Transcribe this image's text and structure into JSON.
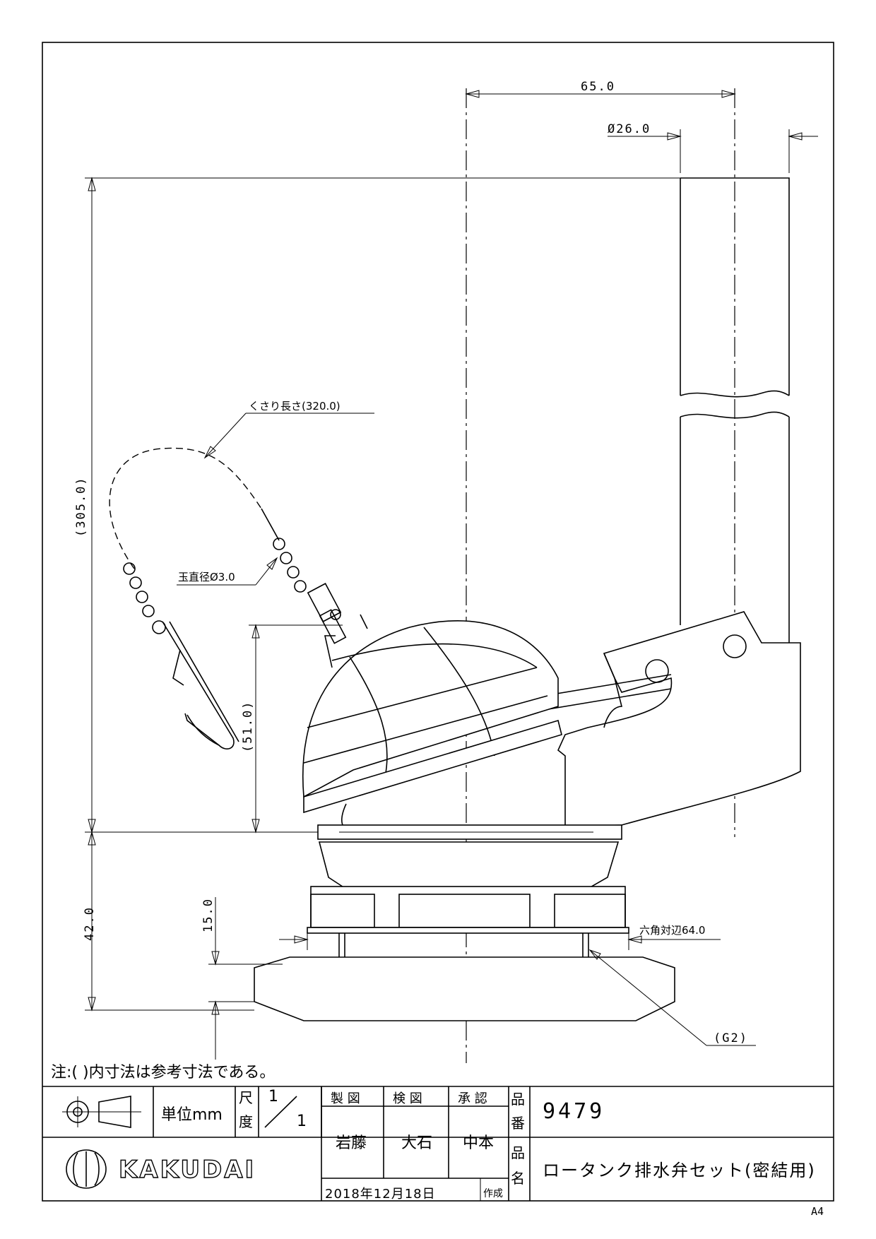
{
  "dimensions": {
    "offset": "65.0",
    "pipe_diameter": "Ø26.0",
    "total_height": "(305.0)",
    "chain_length": "くさり長さ(320.0)",
    "ball_diameter": "玉直径Ø3.0",
    "cap_height": "(51.0)",
    "base_height": "42.0",
    "flange_height": "15.0",
    "hex_width": "六角対辺64.0",
    "thread": "(G2)"
  },
  "note": "注:( )内寸法は参考寸法である。",
  "title_block": {
    "unit_label": "単位mm",
    "scale_label_top": "尺",
    "scale_label_bottom": "度",
    "scale_num": "1",
    "scale_den": "1",
    "drawn_label": "製 図",
    "checked_label": "検 図",
    "approved_label": "承 認",
    "drawn_by": "岩藤",
    "checked_by": "大石",
    "approved_by": "中本",
    "part_no_label_top": "品",
    "part_no_label_bottom": "番",
    "part_no": "9479",
    "name_label_top": "品",
    "name_label_bottom": "名",
    "product_name": "ロータンク排水弁セット(密結用)",
    "date": "2018年12月18日",
    "date_suffix": "作成",
    "company": "KAKUDAI"
  },
  "paper_size": "A4"
}
